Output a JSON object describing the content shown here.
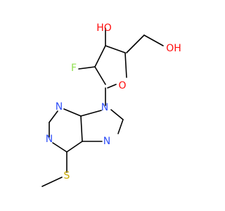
{
  "colors": {
    "bond": "#000000",
    "carbon": "#000000",
    "oxygen": "#ff0d0d",
    "nitrogen": "#3050f8",
    "fluorine": "#90e050",
    "sulfur": "#c8a800"
  },
  "atom_labels": {
    "ho_top": "HO",
    "oh_right": "OH",
    "f": "F",
    "o_ring": "O",
    "n9": "N",
    "n3": "N",
    "n1": "N",
    "n7": "N",
    "s": "S"
  }
}
